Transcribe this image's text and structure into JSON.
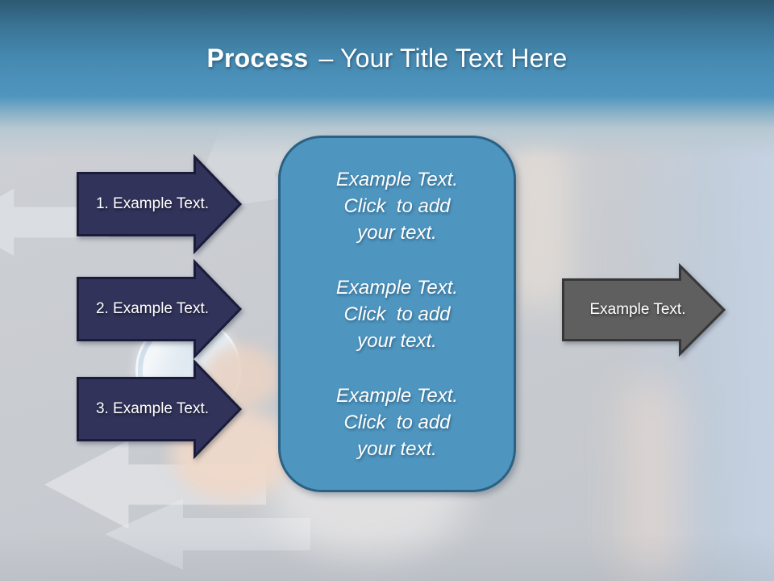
{
  "title": {
    "bold": "Process",
    "rest": "– Your Title Text Here"
  },
  "steps": [
    {
      "label": "1. Example Text."
    },
    {
      "label": "2. Example Text."
    },
    {
      "label": "3. Example Text."
    }
  ],
  "center_box": {
    "blocks": [
      "Example Text.\nClick  to add\nyour text.",
      "Example Text.\nClick  to add\nyour text.",
      "Example Text.\nClick  to add\nyour text."
    ]
  },
  "output_arrow": {
    "label": "Example Text."
  },
  "colors": {
    "header_top": "#2c5972",
    "header_blue": "#4c93bc",
    "step_fill": "#31335b",
    "step_border": "#1a1c39",
    "box_fill": "#4e96c0",
    "box_border": "#2c6183",
    "out_fill": "#5f5f5f",
    "out_border": "#373737",
    "bg": "#c9ccd1",
    "text": "#ffffff"
  }
}
